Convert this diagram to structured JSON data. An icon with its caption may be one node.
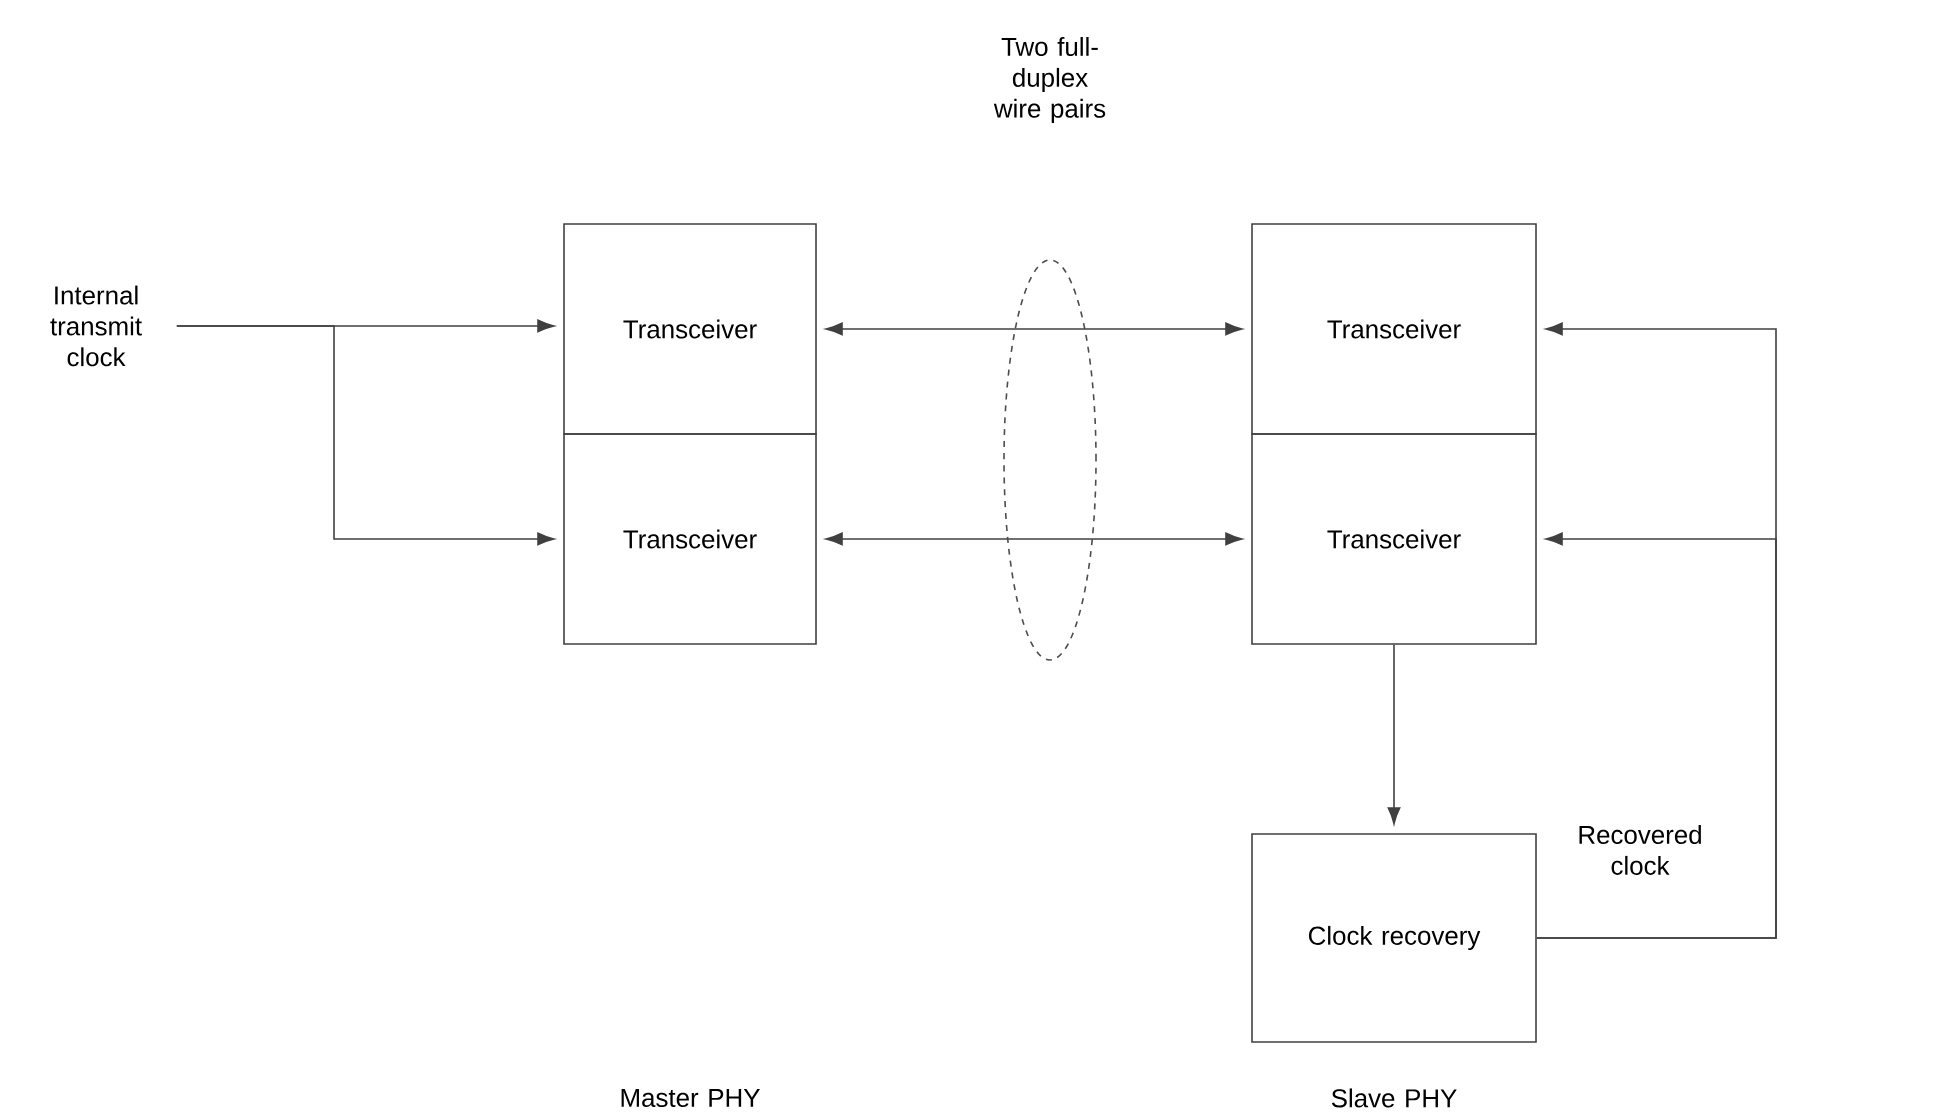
{
  "diagram": {
    "nodes": [
      {
        "text": [
          "Internal transmit clock"
        ]
      },
      {
        "text": [
          "Transceiver"
        ]
      },
      {
        "text": [
          "Transceiver"
        ]
      },
      {
        "text": [
          "Transceiver"
        ]
      },
      {
        "text": [
          "Transceiver"
        ]
      },
      {
        "text": [
          "Clock recovery"
        ]
      }
    ],
    "edges": [
      {
        "from": 0,
        "to": 1,
        "arrow": "to"
      },
      {
        "from": 0,
        "to": 2,
        "arrow": "to"
      },
      {
        "from": 1,
        "to": 3,
        "arrow": "both"
      },
      {
        "from": 2,
        "to": 4,
        "arrow": "both"
      },
      {
        "from": 4,
        "to": 5,
        "arrow": "to"
      },
      {
        "from": 5,
        "to": 3,
        "arrow": "to",
        "label": "Recovered clock"
      },
      {
        "from": 5,
        "to": 4,
        "arrow": "to"
      }
    ],
    "labels": [
      "Two full-duplex wire pairs",
      "Master PHY",
      "Slave PHY"
    ]
  }
}
